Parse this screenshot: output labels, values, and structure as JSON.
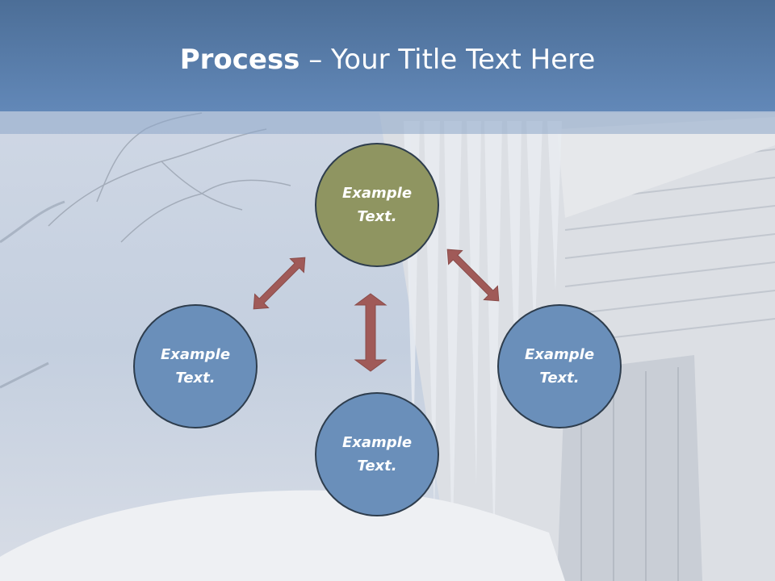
{
  "slide": {
    "title_bold": "Process",
    "title_rest": " – Your Title Text Here"
  },
  "nodes": {
    "top": "Example Text.",
    "left": "Example Text.",
    "right": "Example Text.",
    "bottom": "Example Text."
  },
  "colors": {
    "header": "#5a80ae",
    "center_node": "#8f9561",
    "outer_node": "#6a8fba",
    "arrow": "#a05a58",
    "node_border": "#2e3d4d"
  }
}
